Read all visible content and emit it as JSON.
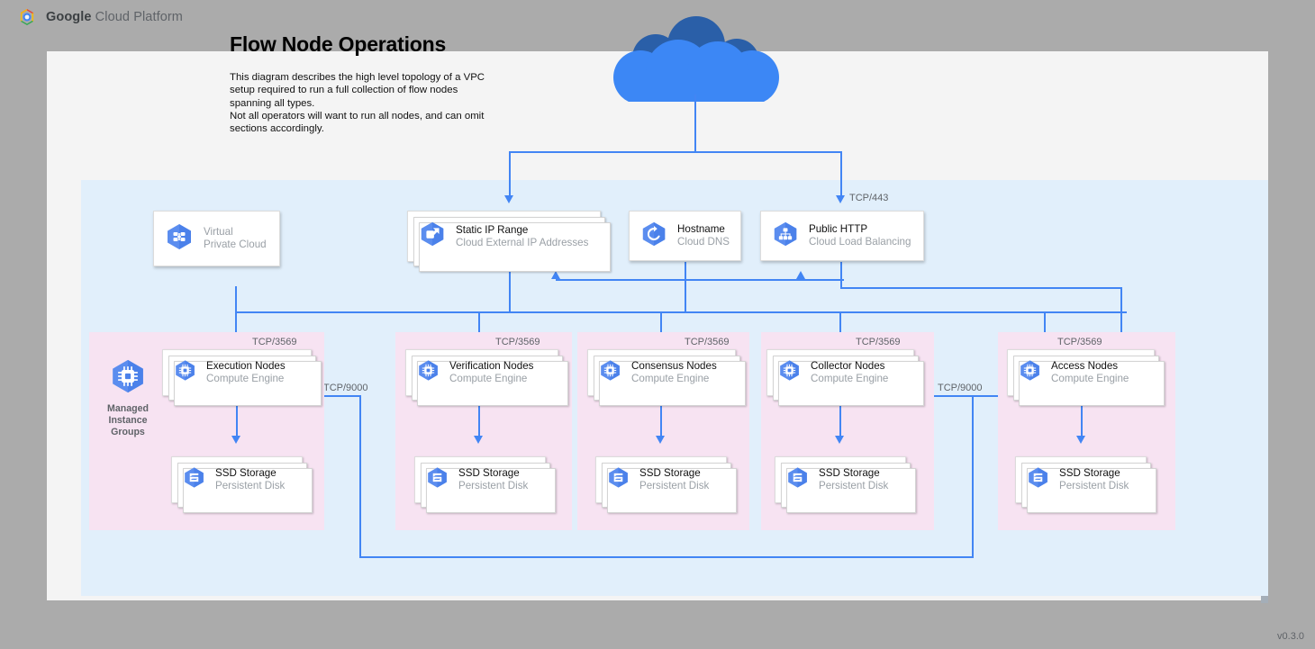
{
  "brand": {
    "google": "Google",
    "rest": " Cloud Platform",
    "logo_icon": "google-cloud-logo-icon"
  },
  "diagram": {
    "title": "Flow Node Operations",
    "description": "This diagram describes the high level topology of a VPC setup required to run a full collection of flow nodes spanning all types.\nNot all operators will want to run all nodes, and can omit sections accordingly.",
    "version": "v0.3.0",
    "internet_icon": "cloud-icon"
  },
  "colors": {
    "accent_blue": "#4285f4",
    "cloud_dark": "#2a5fa8",
    "cloud_light": "#3c87f5",
    "vpc_fill": "#e1effb",
    "group_fill": "#f7e3f2",
    "canvas": "#f4f4f4",
    "page_bg": "#ababab",
    "label_gray": "#5f6368"
  },
  "top_nodes": [
    {
      "title": "Virtual",
      "subtitle": "Private Cloud",
      "icon": "virtual-private-cloud-icon",
      "stacked": false
    },
    {
      "title": "Static IP Range",
      "subtitle": "Cloud External IP Addresses",
      "icon": "external-ip-icon",
      "stacked": true
    },
    {
      "title": "Hostname",
      "subtitle": "Cloud DNS",
      "icon": "cloud-dns-icon",
      "stacked": false
    },
    {
      "title": "Public HTTP",
      "subtitle": "Cloud Load Balancing",
      "icon": "load-balancing-icon",
      "stacked": false
    }
  ],
  "groups": [
    {
      "label": "Managed\nInstance\nGroups",
      "label_icon": "managed-instance-group-icon",
      "show_label": true,
      "node": {
        "title": "Execution Nodes",
        "subtitle": "Compute Engine",
        "icon": "compute-engine-icon"
      },
      "storage": {
        "title": "SSD Storage",
        "subtitle": "Persistent Disk",
        "icon": "persistent-disk-icon"
      },
      "in_port": "TCP/3569"
    },
    {
      "label": "",
      "label_icon": "",
      "show_label": false,
      "node": {
        "title": "Verification Nodes",
        "subtitle": "Compute Engine",
        "icon": "compute-engine-icon"
      },
      "storage": {
        "title": "SSD Storage",
        "subtitle": "Persistent Disk",
        "icon": "persistent-disk-icon"
      },
      "in_port": "TCP/3569"
    },
    {
      "label": "",
      "label_icon": "",
      "show_label": false,
      "node": {
        "title": "Consensus Nodes",
        "subtitle": "Compute Engine",
        "icon": "compute-engine-icon"
      },
      "storage": {
        "title": "SSD Storage",
        "subtitle": "Persistent Disk",
        "icon": "persistent-disk-icon"
      },
      "in_port": "TCP/3569"
    },
    {
      "label": "",
      "label_icon": "",
      "show_label": false,
      "node": {
        "title": "Collector Nodes",
        "subtitle": "Compute Engine",
        "icon": "compute-engine-icon"
      },
      "storage": {
        "title": "SSD Storage",
        "subtitle": "Persistent Disk",
        "icon": "persistent-disk-icon"
      },
      "in_port": "TCP/3569"
    },
    {
      "label": "",
      "label_icon": "",
      "show_label": false,
      "node": {
        "title": "Access Nodes",
        "subtitle": "Compute Engine",
        "icon": "compute-engine-icon"
      },
      "storage": {
        "title": "SSD Storage",
        "subtitle": "Persistent Disk",
        "icon": "persistent-disk-icon"
      },
      "in_port": "TCP/3569"
    }
  ],
  "port_labels": {
    "https": "TCP/443",
    "access_in": "TCP/9000",
    "collector_in": "TCP/9000",
    "execution_in": "TCP/9000"
  }
}
